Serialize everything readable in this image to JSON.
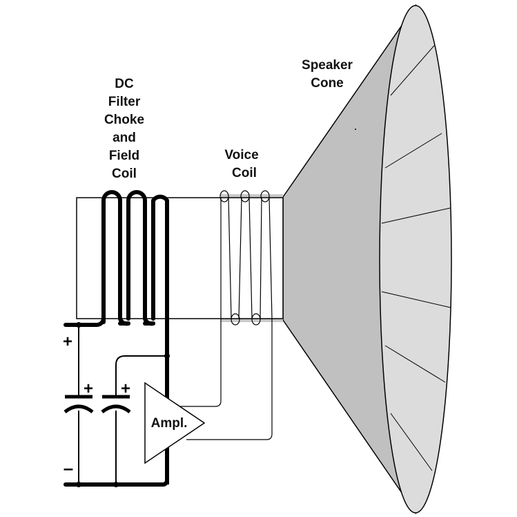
{
  "labels": {
    "choke": [
      "DC",
      "Filter",
      "Choke",
      "and",
      "Field",
      "Coil"
    ],
    "voice": [
      "Voice",
      "Coil"
    ],
    "speaker": [
      "Speaker",
      "Cone"
    ],
    "amplifier": "Ampl.",
    "supply_plus": "+",
    "supply_minus": "–",
    "cap1_plus": "+",
    "cap2_plus": "+"
  },
  "colors": {
    "line": "#000000",
    "cone_side": "#c0c0c0",
    "cone_mouth": "#dcdcdc",
    "background": "#ffffff"
  }
}
